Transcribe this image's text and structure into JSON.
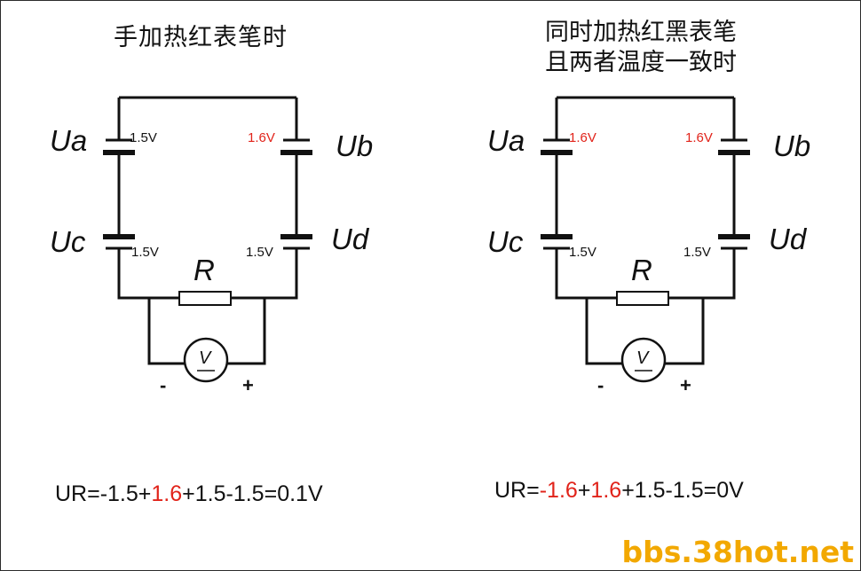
{
  "left": {
    "title": "手加热红表笔时",
    "labels": {
      "ua": "Ua",
      "ub": "Ub",
      "uc": "Uc",
      "ud": "Ud",
      "r": "R",
      "v": "V"
    },
    "voltages": {
      "ua": "1.5V",
      "ub": "1.6V",
      "uc": "1.5V",
      "ud": "1.5V"
    },
    "signs": {
      "minus": "-",
      "plus": "+"
    },
    "formula": {
      "part1": "UR=-1.5+",
      "part2": "1.6",
      "part3": "+1.5-1.5=0.1V"
    }
  },
  "right": {
    "title_line1": "同时加热红黑表笔",
    "title_line2": "且两者温度一致时",
    "labels": {
      "ua": "Ua",
      "ub": "Ub",
      "uc": "Uc",
      "ud": "Ud",
      "r": "R",
      "v": "V"
    },
    "voltages": {
      "ua": "1.6V",
      "ub": "1.6V",
      "uc": "1.5V",
      "ud": "1.5V"
    },
    "signs": {
      "minus": "-",
      "plus": "+"
    },
    "formula": {
      "part1": "UR=",
      "part2": "-1.6",
      "part3": "+",
      "part4": "1.6",
      "part5": "+1.5-1.5=0V"
    }
  },
  "watermark": "bbs.38hot.net",
  "colors": {
    "red": "#e1231a",
    "black": "#111111",
    "watermark": "#f2a800"
  }
}
